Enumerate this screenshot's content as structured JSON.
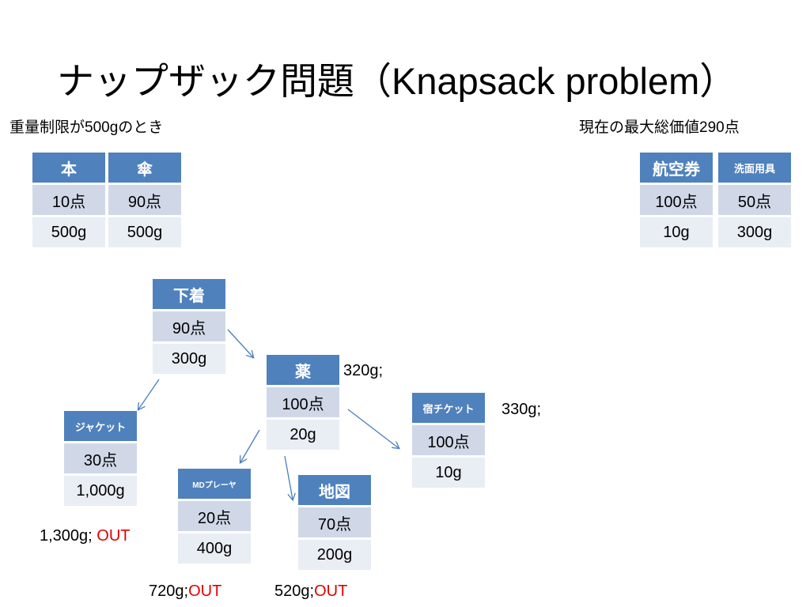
{
  "title": "ナップザック問題（Knapsack problem）",
  "limit_text": "重量制限が500gのとき",
  "current_text": "現在の最大総価値290点",
  "items": {
    "book": {
      "name": "本",
      "value": "10点",
      "weight": "500g"
    },
    "umbrella": {
      "name": "傘",
      "value": "90点",
      "weight": "500g"
    },
    "ticket": {
      "name": "航空券",
      "value": "100点",
      "weight": "10g"
    },
    "toiletries": {
      "name": "洗面用具",
      "value": "50点",
      "weight": "300g"
    },
    "underwear": {
      "name": "下着",
      "value": "90点",
      "weight": "300g"
    },
    "medicine": {
      "name": "薬",
      "value": "100点",
      "weight": "20g"
    },
    "jacket": {
      "name": "ジャケット",
      "value": "30点",
      "weight": "1,000g"
    },
    "hotel": {
      "name": "宿チケット",
      "value": "100点",
      "weight": "10g"
    },
    "md": {
      "name": "MDプレーヤ",
      "value": "20点",
      "weight": "400g"
    },
    "map": {
      "name": "地図",
      "value": "70点",
      "weight": "200g"
    }
  },
  "notes": {
    "medicine": {
      "weight": "320g",
      "sep": ";"
    },
    "hotel": {
      "weight": "330g",
      "sep": ";"
    },
    "jacket": {
      "weight": "1,300g",
      "sep": ";",
      "status": "OUT"
    },
    "md": {
      "weight": "720g",
      "sep": ";",
      "status": "OUT"
    },
    "map": {
      "weight": "520g",
      "sep": ";",
      "status": "OUT"
    }
  }
}
